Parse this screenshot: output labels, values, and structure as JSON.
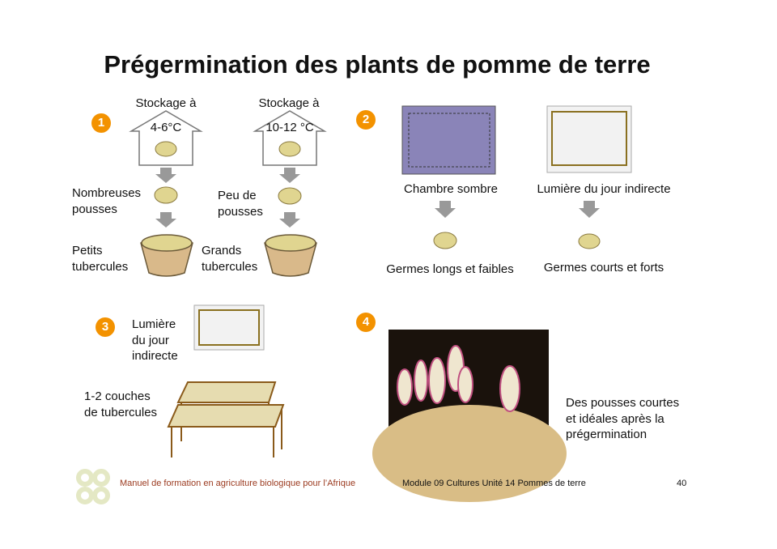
{
  "title": "Prégermination des plants de pomme de terre",
  "badges": [
    "1",
    "2",
    "3",
    "4"
  ],
  "section1": {
    "store_label_left": "Stockage à",
    "temp_left": "4-6°C",
    "store_label_right": "Stockage à",
    "temp_right": "10-12 °C",
    "sprouts_left": [
      "Nombreuses",
      "pousses"
    ],
    "sprouts_right": [
      "Peu de",
      "pousses"
    ],
    "tubers_left": [
      "Petits",
      "tubercules"
    ],
    "tubers_right": [
      "Grands",
      "tubercules"
    ]
  },
  "section2": {
    "left_label": "Chambre sombre",
    "right_label": "Lumière du jour indirecte",
    "left_result": "Germes longs et faibles",
    "right_result": "Germes courts et forts"
  },
  "section3": {
    "light": [
      "Lumière",
      "du jour",
      "indirecte"
    ],
    "layers": [
      "1-2 couches",
      "de tubercules"
    ]
  },
  "section4": {
    "caption": [
      "Des pousses courtes",
      "et idéales après la",
      "prégermination"
    ]
  },
  "footer": {
    "manual": "Manuel de formation en agriculture biologique pour l’Afrique",
    "module": "Module 09 Cultures Unité 14 Pommes de terre",
    "page": "40"
  },
  "colors": {
    "badge": "#f39200",
    "footer_red": "#9b3a1f",
    "cloth_purple": "#8a84b8"
  }
}
